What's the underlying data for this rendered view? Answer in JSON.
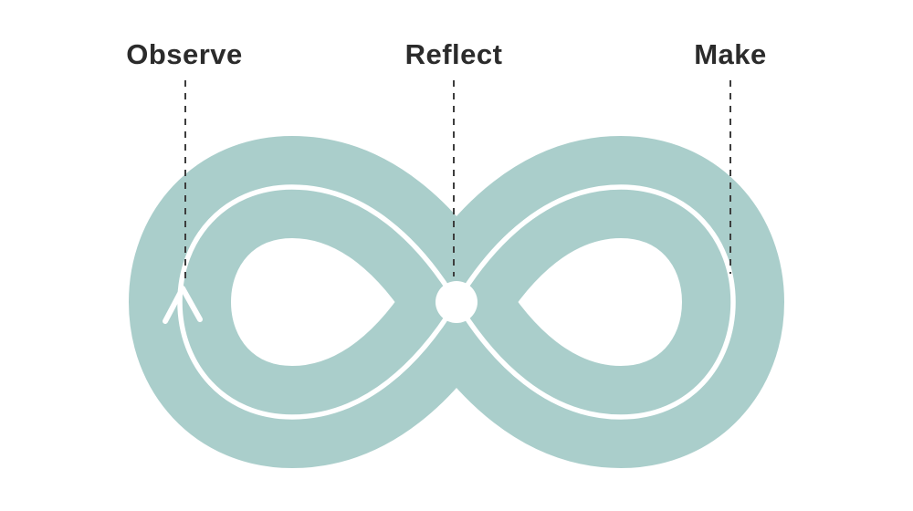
{
  "diagram": {
    "type": "infinity-loop-cycle",
    "stages": [
      {
        "text": "Observe"
      },
      {
        "text": "Reflect"
      },
      {
        "text": "Make"
      }
    ],
    "colors": {
      "loop": "#aacecb",
      "trace": "#ffffff",
      "dash": "#3d3d3d",
      "text": "#2b2b2b",
      "background": "#ffffff"
    }
  }
}
